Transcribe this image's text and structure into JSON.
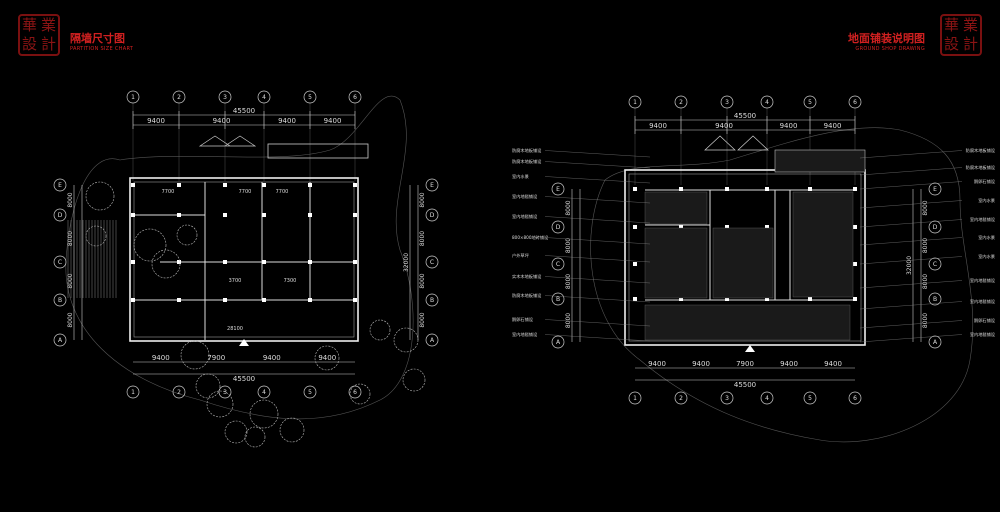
{
  "seal_chars": [
    "華",
    "業",
    "設",
    "計"
  ],
  "left_sheet": {
    "title_zh": "隔墙尺寸图",
    "title_en": "PARTITION SIZE CHART",
    "grid_columns": [
      "1",
      "2",
      "3",
      "4",
      "5",
      "6"
    ],
    "grid_rows": [
      "E",
      "D",
      "C",
      "B",
      "A"
    ],
    "top_total": "45500",
    "top_dims": [
      "9400",
      "9400",
      "9400",
      "9400"
    ],
    "bottom_total": "45500",
    "bottom_dims": [
      "9400",
      "7900",
      "9400",
      "9400"
    ],
    "side_dims": [
      "8000",
      "8000",
      "8000",
      "8000"
    ],
    "side_total": "32000",
    "room_dims": [
      "7700",
      "7700",
      "7700",
      "3700",
      "7300",
      "28100"
    ]
  },
  "right_sheet": {
    "title_zh": "地面铺装说明图",
    "title_en": "GROUND SHOP DRAWING",
    "grid_columns": [
      "1",
      "2",
      "3",
      "4",
      "5",
      "6"
    ],
    "grid_rows": [
      "E",
      "D",
      "C",
      "B",
      "A"
    ],
    "top_total": "45500",
    "top_dims": [
      "9400",
      "9400",
      "9400",
      "9400"
    ],
    "bottom_total": "45500",
    "bottom_dims": [
      "9400",
      "9400",
      "7900",
      "9400",
      "9400"
    ],
    "side_dims": [
      "8000",
      "8000",
      "8000",
      "8000"
    ],
    "side_total": "32000",
    "labels_left": [
      "防腐木地板铺设",
      "防腐木地板铺设",
      "室内水景",
      "室内地毯铺设",
      "室内地毯铺设",
      "800×800地砖铺设",
      "户外草坪",
      "实木木地板铺设",
      "防腐木地板铺设",
      "鹅卵石铺设",
      "室内地毯铺设"
    ],
    "labels_right": [
      "防腐木地板铺设",
      "防腐木地板铺设",
      "鹅卵石铺设",
      "室内水景",
      "室内地毯铺设",
      "室内水景",
      "室内水景",
      "室内地毯铺设",
      "室内地毯铺设",
      "鹅卵石铺设",
      "室内地毯铺设"
    ]
  }
}
